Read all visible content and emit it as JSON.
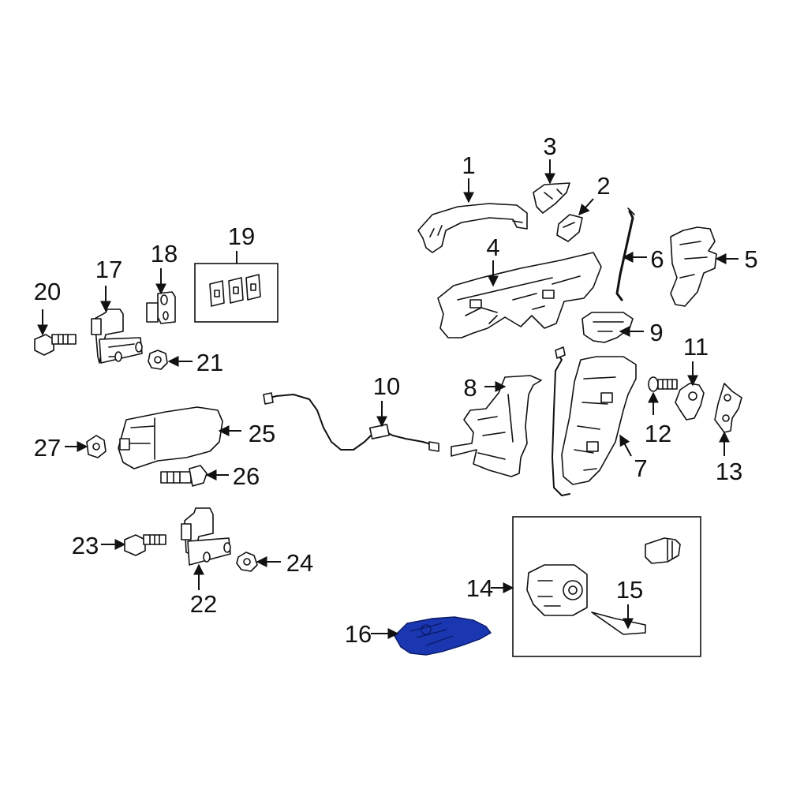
{
  "diagram": {
    "callouts": [
      {
        "id": "1",
        "label": "1"
      },
      {
        "id": "2",
        "label": "2"
      },
      {
        "id": "3",
        "label": "3"
      },
      {
        "id": "4",
        "label": "4"
      },
      {
        "id": "5",
        "label": "5"
      },
      {
        "id": "6",
        "label": "6"
      },
      {
        "id": "7",
        "label": "7"
      },
      {
        "id": "8",
        "label": "8"
      },
      {
        "id": "9",
        "label": "9"
      },
      {
        "id": "10",
        "label": "10"
      },
      {
        "id": "11",
        "label": "11"
      },
      {
        "id": "12",
        "label": "12"
      },
      {
        "id": "13",
        "label": "13"
      },
      {
        "id": "14",
        "label": "14"
      },
      {
        "id": "15",
        "label": "15"
      },
      {
        "id": "16",
        "label": "16"
      },
      {
        "id": "17",
        "label": "17"
      },
      {
        "id": "18",
        "label": "18"
      },
      {
        "id": "19",
        "label": "19"
      },
      {
        "id": "20",
        "label": "20"
      },
      {
        "id": "21",
        "label": "21"
      },
      {
        "id": "22",
        "label": "22"
      },
      {
        "id": "23",
        "label": "23"
      },
      {
        "id": "24",
        "label": "24"
      },
      {
        "id": "25",
        "label": "25"
      },
      {
        "id": "26",
        "label": "26"
      },
      {
        "id": "27",
        "label": "27"
      }
    ],
    "highlighted_part": "16",
    "colors": {
      "highlight": "#1a36b0",
      "line": "#111111",
      "background": "#ffffff"
    }
  }
}
